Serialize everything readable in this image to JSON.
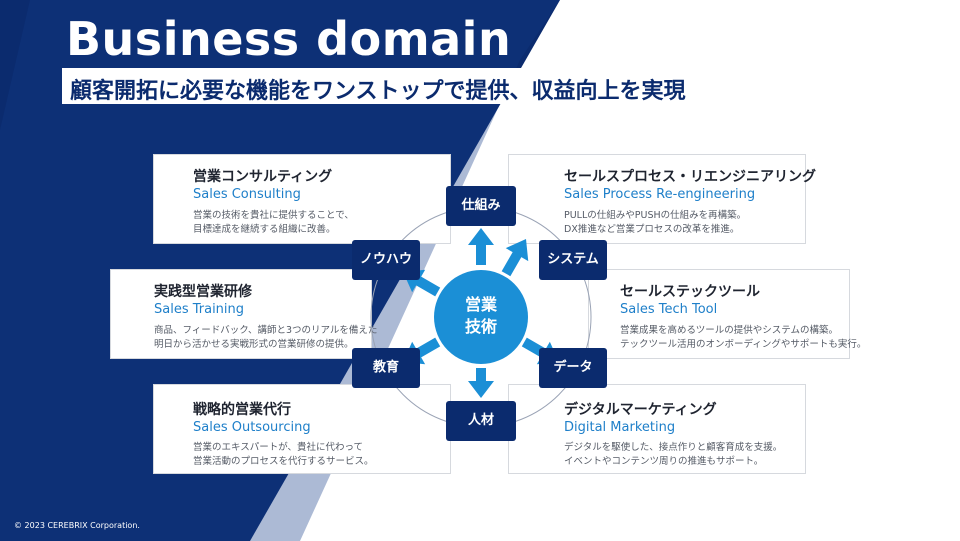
{
  "header": {
    "title": "Business domain",
    "subtitle": "顧客開拓に必要な機能をワンストップで提供、収益向上を実現"
  },
  "center": {
    "line1": "営業",
    "line2": "技術"
  },
  "nodes": {
    "top": "仕組み",
    "upper_right": "システム",
    "lower_right": "データ",
    "bottom": "人材",
    "lower_left": "教育",
    "upper_left": "ノウハウ"
  },
  "cards": {
    "consulting": {
      "jp": "営業コンサルティング",
      "en": "Sales Consulting",
      "desc1": "営業の技術を貴社に提供することで、",
      "desc2": "目標達成を継続する組織に改善。"
    },
    "reengineering": {
      "jp": "セールスプロセス・リエンジニアリング",
      "en": "Sales Process Re-engineering",
      "desc1": "PULLの仕組みやPUSHの仕組みを再構築。",
      "desc2": "DX推進など営業プロセスの改革を推進。"
    },
    "training": {
      "jp": "実践型営業研修",
      "en": "Sales Training",
      "desc1": "商品、フィードバック、講師と3つのリアルを備えた",
      "desc2": "明日から活かせる実戦形式の営業研修の提供。"
    },
    "techtool": {
      "jp": "セールステックツール",
      "en": "Sales Tech Tool",
      "desc1": "営業成果を高めるツールの提供やシステムの構築。",
      "desc2": "テックツール活用のオンボーディングやサポートも実行。"
    },
    "outsourcing": {
      "jp": "戦略的営業代行",
      "en": "Sales Outsourcing",
      "desc1": "営業のエキスパートが、貴社に代わって",
      "desc2": "営業活動のプロセスを代行するサービス。"
    },
    "marketing": {
      "jp": "デジタルマーケティング",
      "en": "Digital Marketing",
      "desc1": "デジタルを駆使した、接点作りと顧客育成を支援。",
      "desc2": "イベントやコンテンツ周りの推進もサポート。"
    }
  },
  "footer": {
    "copyright": "© 2023 CEREBRIX Corporation."
  },
  "colors": {
    "navy": "#0b2b6e",
    "blue": "#1b8fd6",
    "accent": "#1e7fc9"
  }
}
